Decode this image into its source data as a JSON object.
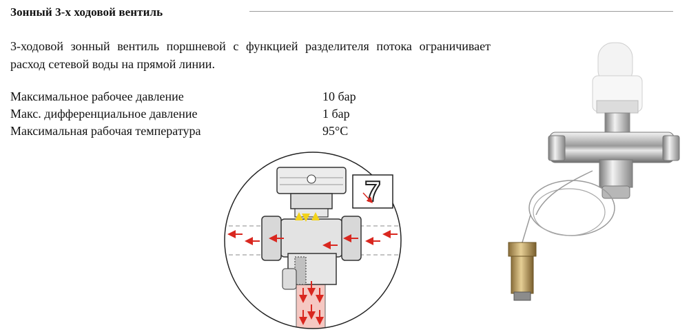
{
  "heading": "Зонный 3-х ходовой вентиль",
  "intro": "3-ходовой зонный вентиль поршневой с функцией разделителя потока ограничивает расход сетевой воды на прямой линии.",
  "specs": [
    {
      "label": "Максимальное рабочее давление",
      "value": "10 бар"
    },
    {
      "label": "Макс. дифференциальное давление",
      "value": "1 бар"
    },
    {
      "label": "Максимальная рабочая температура",
      "value": "95°C"
    }
  ],
  "diagram": {
    "badge": "7"
  },
  "colors": {
    "arrow": "#d9271f",
    "yellow_arrow": "#f2d21b",
    "flow_fill": "#f5c8c2"
  }
}
